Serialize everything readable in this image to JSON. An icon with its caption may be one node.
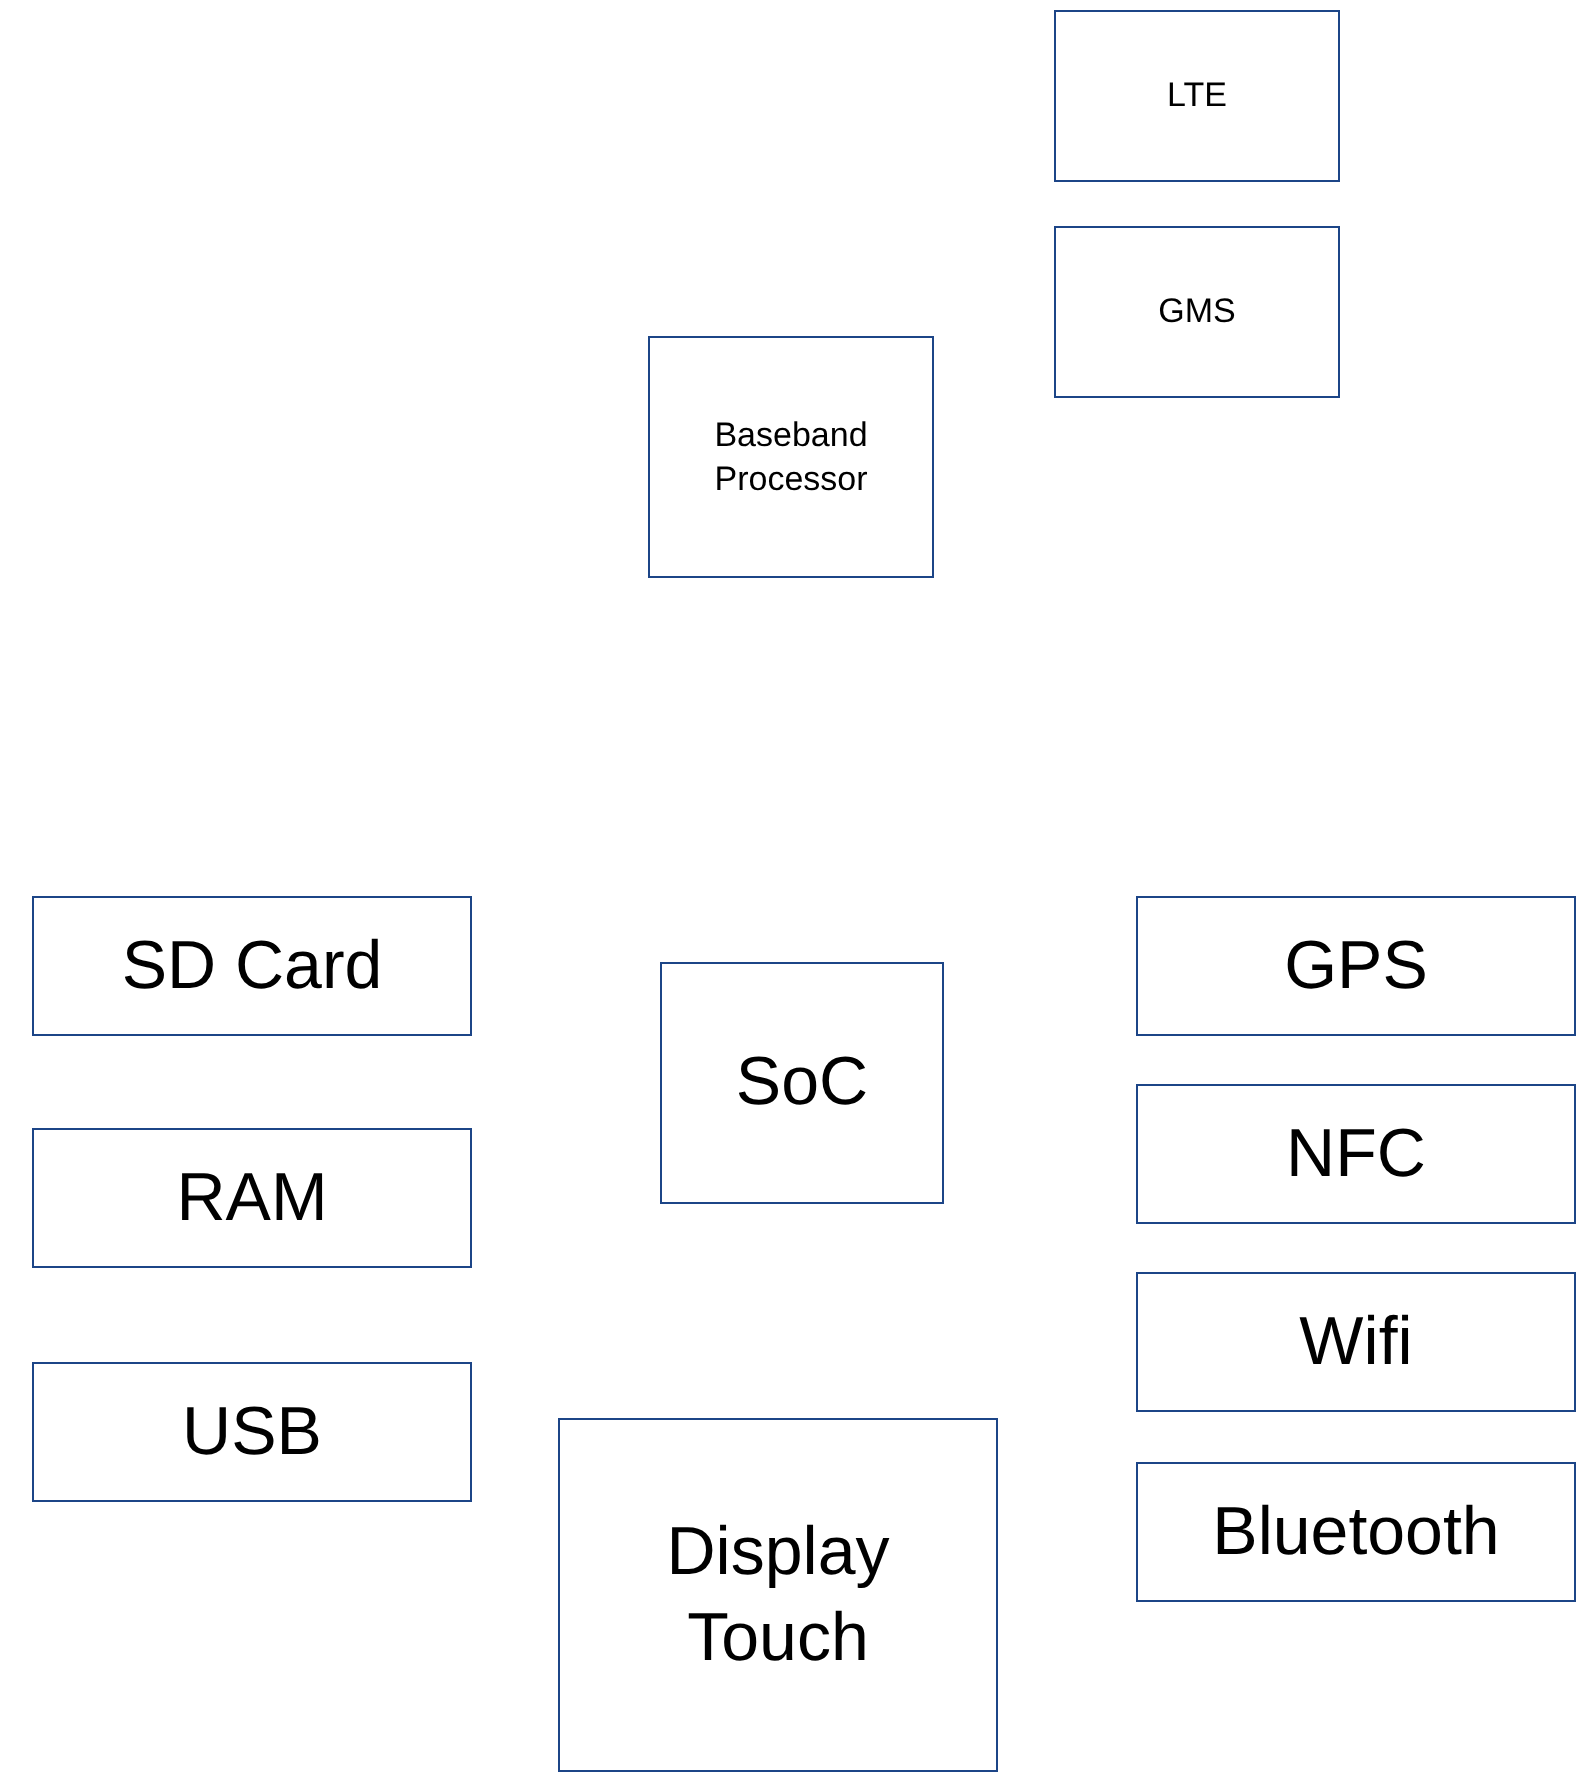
{
  "diagram": {
    "nodes": [
      {
        "text": [
          "LTE"
        ]
      },
      {
        "text": [
          "GMS"
        ]
      },
      {
        "text": [
          "Baseband Processor"
        ]
      },
      {
        "text": [
          "SD Card"
        ]
      },
      {
        "text": [
          "GPS"
        ]
      },
      {
        "text": [
          "SoC"
        ]
      },
      {
        "text": [
          "RAM"
        ]
      },
      {
        "text": [
          "NFC"
        ]
      },
      {
        "text": [
          "Wifi"
        ]
      },
      {
        "text": [
          "USB"
        ]
      },
      {
        "text": [
          "Display Touch"
        ]
      },
      {
        "text": [
          "Bluetooth"
        ]
      }
    ]
  }
}
